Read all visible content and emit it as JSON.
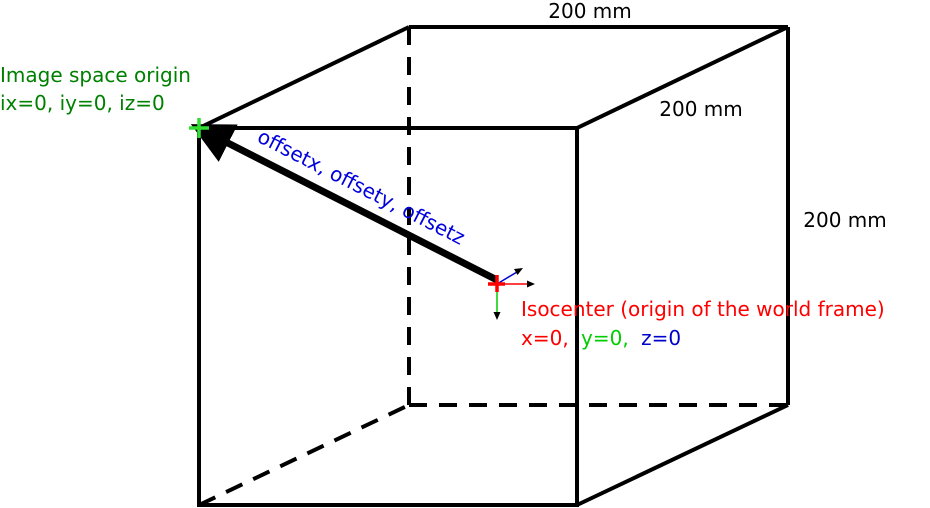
{
  "dimensions": {
    "top_width": "200 mm",
    "depth": "200 mm",
    "height": "200 mm"
  },
  "image_origin": {
    "title": "Image space origin",
    "coords": "ix=0, iy=0, iz=0"
  },
  "offset_label": "offsetx, offsety, offsetz",
  "isocenter": {
    "title": "Isocenter (origin of the world frame)",
    "x_label": "x=0,",
    "y_label": "y=0,",
    "z_label": "z=0"
  },
  "colors": {
    "edges": "#000000",
    "image_origin_text": "#008000",
    "image_origin_marker": "#33dd33",
    "offset_text": "#0000dd",
    "isocenter_text": "#ff0000",
    "axis_x": "#ff0000",
    "axis_y": "#00cc00",
    "axis_z": "#0000cc"
  }
}
